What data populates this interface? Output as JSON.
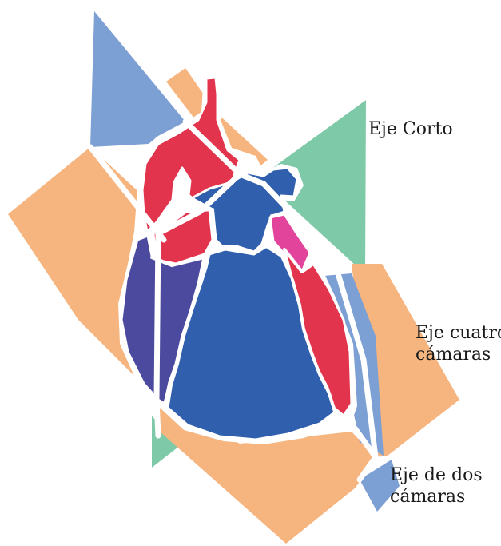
{
  "labels": {
    "short_axis": "Eje Corto",
    "four_chamber": [
      "Eje cuatro",
      "cámaras"
    ],
    "two_chamber": [
      "Eje de dos",
      "cámaras"
    ]
  },
  "colors": {
    "plane_short_axis": "#7ec9a8",
    "plane_four_chamber": "#f6b47f",
    "plane_two_chamber": "#7c9fd4",
    "heart_red": "#e3344d",
    "heart_blue": "#2f5fad",
    "heart_purple": "#4b4a9e",
    "heart_pink": "#e2439b",
    "outline": "#ffffff",
    "text": "#1a1a1a"
  }
}
